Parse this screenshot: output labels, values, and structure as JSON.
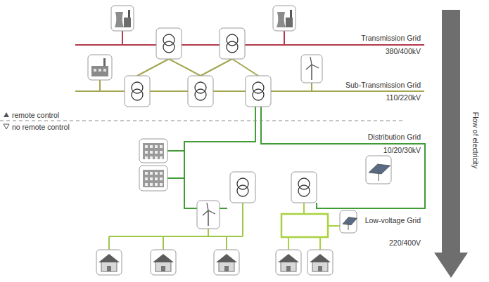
{
  "diagram": {
    "labels": [
      "Transmission Grid",
      "380/400kV",
      "Sub-Transmission Grid",
      "110/220kV",
      "remote control",
      "no remote control",
      "Distribution Grid",
      "10/20/30kV",
      "Low-voltage Grid",
      "220/400V",
      "Flow of electricity"
    ]
  }
}
